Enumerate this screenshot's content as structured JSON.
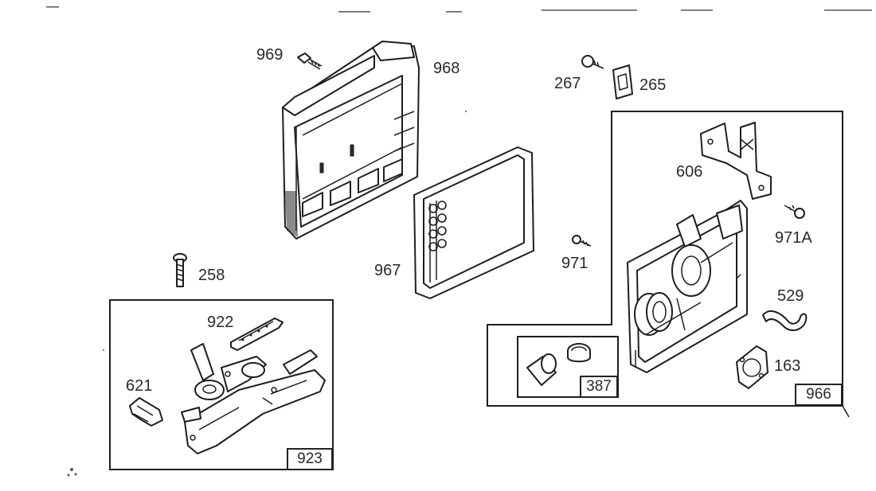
{
  "labels": {
    "p969": "969",
    "p968": "968",
    "p267": "267",
    "p265": "265",
    "p606": "606",
    "p971a": "971A",
    "p971": "971",
    "p967": "967",
    "p258": "258",
    "p922": "922",
    "p621": "621",
    "p529": "529",
    "p163": "163"
  },
  "assemblies": {
    "a923": "923",
    "a387": "387",
    "a966": "966"
  }
}
